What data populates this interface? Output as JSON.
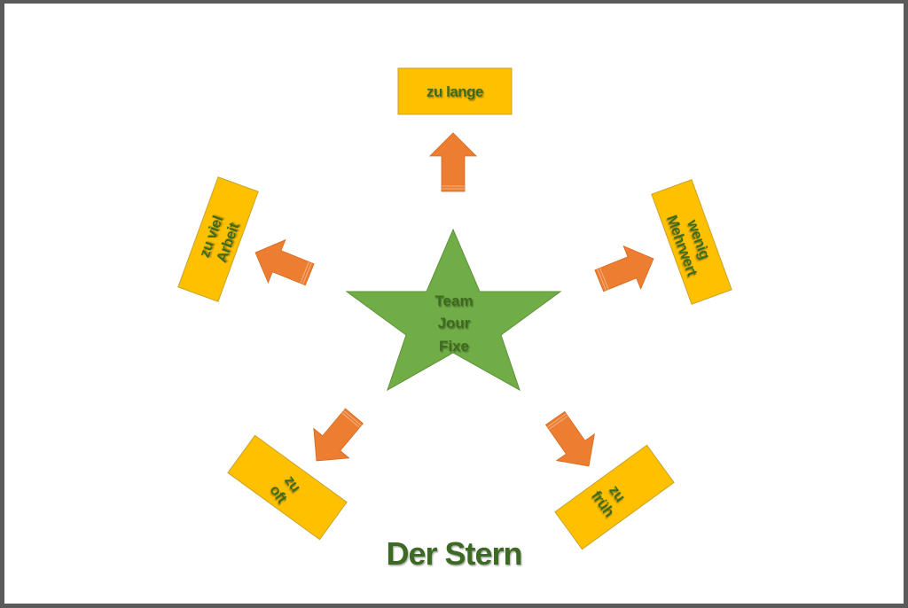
{
  "diagram": {
    "title": "Der Stern",
    "center": {
      "lines": [
        "Team",
        "Jour",
        "Fixe"
      ]
    },
    "colors": {
      "star": "#70ad47",
      "box": "#ffc000",
      "arrow": "#ed7d31",
      "text": "#3d6b1f",
      "frame": "#5a5a5a"
    },
    "items": [
      {
        "id": "top",
        "lines": [
          "zu lange"
        ]
      },
      {
        "id": "upper-right",
        "lines": [
          "wenig",
          "Mehrwert"
        ]
      },
      {
        "id": "lower-right",
        "lines": [
          "zu",
          "früh"
        ]
      },
      {
        "id": "lower-left",
        "lines": [
          "zu",
          "oft"
        ]
      },
      {
        "id": "upper-left",
        "lines": [
          "zu viel",
          "Arbeit"
        ]
      }
    ]
  }
}
